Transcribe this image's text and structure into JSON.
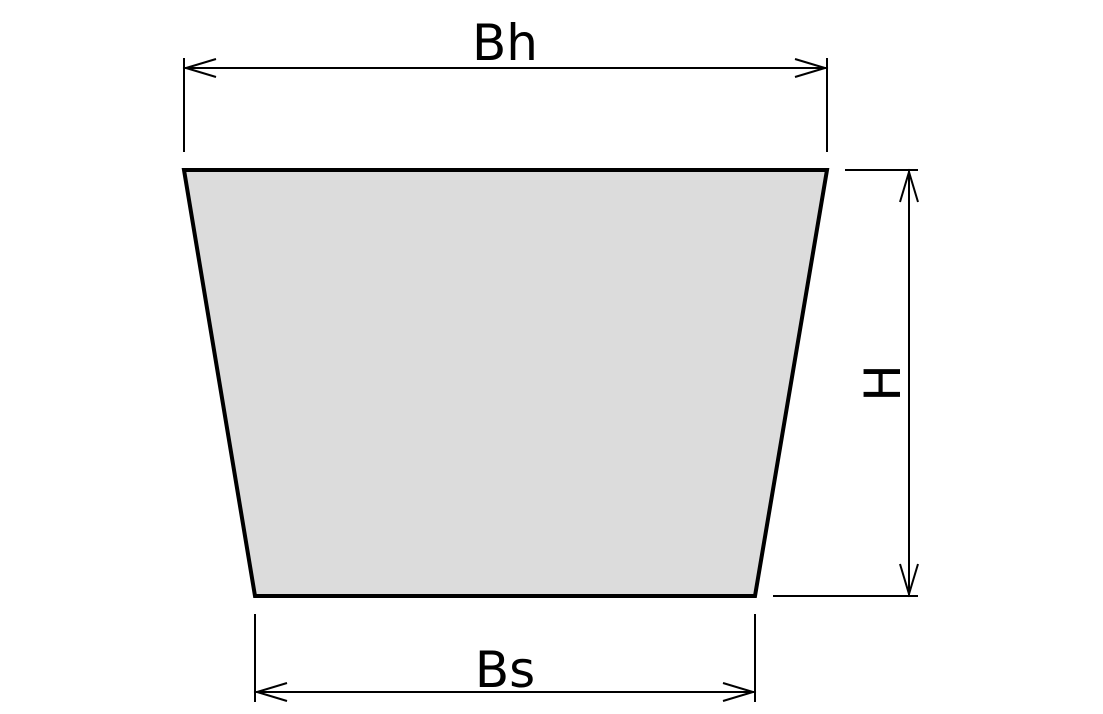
{
  "diagram": {
    "labels": {
      "top_width": "Bh",
      "bottom_width": "Bs",
      "height": "H"
    },
    "colors": {
      "fill": "#dcdcdc",
      "stroke": "#000000",
      "background": "#ffffff"
    }
  }
}
